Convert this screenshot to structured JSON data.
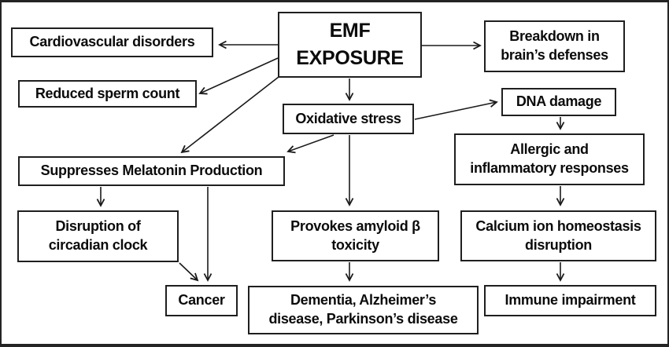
{
  "diagram": {
    "type": "flowchart",
    "colors": {
      "background": "#ffffff",
      "box_fill": "#ffffff",
      "box_border": "#1f1f1f",
      "text": "#0b0b0b",
      "arrow": "#1a1a1a",
      "frame": "#242424"
    },
    "nodes": {
      "emf": {
        "label": "EMF EXPOSURE",
        "lines": [
          "EMF",
          "EXPOSURE"
        ]
      },
      "cardiovascular": {
        "label": "Cardiovascular disorders"
      },
      "reduced_sperm": {
        "label": "Reduced sperm count"
      },
      "breakdown": {
        "label": "Breakdown in brain’s defenses",
        "lines": [
          "Breakdown in",
          "brain’s defenses"
        ]
      },
      "oxidative": {
        "label": "Oxidative stress"
      },
      "dna": {
        "label": "DNA damage"
      },
      "suppresses": {
        "label": "Suppresses Melatonin Production"
      },
      "allergic": {
        "label": "Allergic and inflammatory responses",
        "lines": [
          "Allergic and",
          "inflammatory responses"
        ]
      },
      "disruption": {
        "label": "Disruption of circadian clock",
        "lines": [
          "Disruption of",
          "circadian clock"
        ]
      },
      "provokes": {
        "label": "Provokes amyloid β toxicity",
        "lines": [
          "Provokes amyloid β",
          "toxicity"
        ]
      },
      "calcium": {
        "label": "Calcium ion homeostasis disruption",
        "lines": [
          "Calcium ion homeostasis",
          "disruption"
        ]
      },
      "cancer": {
        "label": "Cancer"
      },
      "dementia": {
        "label": "Dementia, Alzheimer’s disease, Parkinson’s disease",
        "lines": [
          "Dementia, Alzheimer’s",
          "disease, Parkinson’s disease"
        ]
      },
      "immune": {
        "label": "Immune impairment"
      }
    },
    "edges": [
      {
        "from": "emf",
        "to": "cardiovascular"
      },
      {
        "from": "emf",
        "to": "breakdown"
      },
      {
        "from": "emf",
        "to": "reduced_sperm"
      },
      {
        "from": "emf",
        "to": "suppresses"
      },
      {
        "from": "emf",
        "to": "oxidative"
      },
      {
        "from": "oxidative",
        "to": "dna"
      },
      {
        "from": "oxidative",
        "to": "suppresses"
      },
      {
        "from": "oxidative",
        "to": "provokes"
      },
      {
        "from": "dna",
        "to": "allergic"
      },
      {
        "from": "allergic",
        "to": "calcium"
      },
      {
        "from": "calcium",
        "to": "immune"
      },
      {
        "from": "provokes",
        "to": "dementia"
      },
      {
        "from": "suppresses",
        "to": "disruption"
      },
      {
        "from": "suppresses",
        "to": "cancer"
      },
      {
        "from": "disruption",
        "to": "cancer"
      }
    ]
  }
}
